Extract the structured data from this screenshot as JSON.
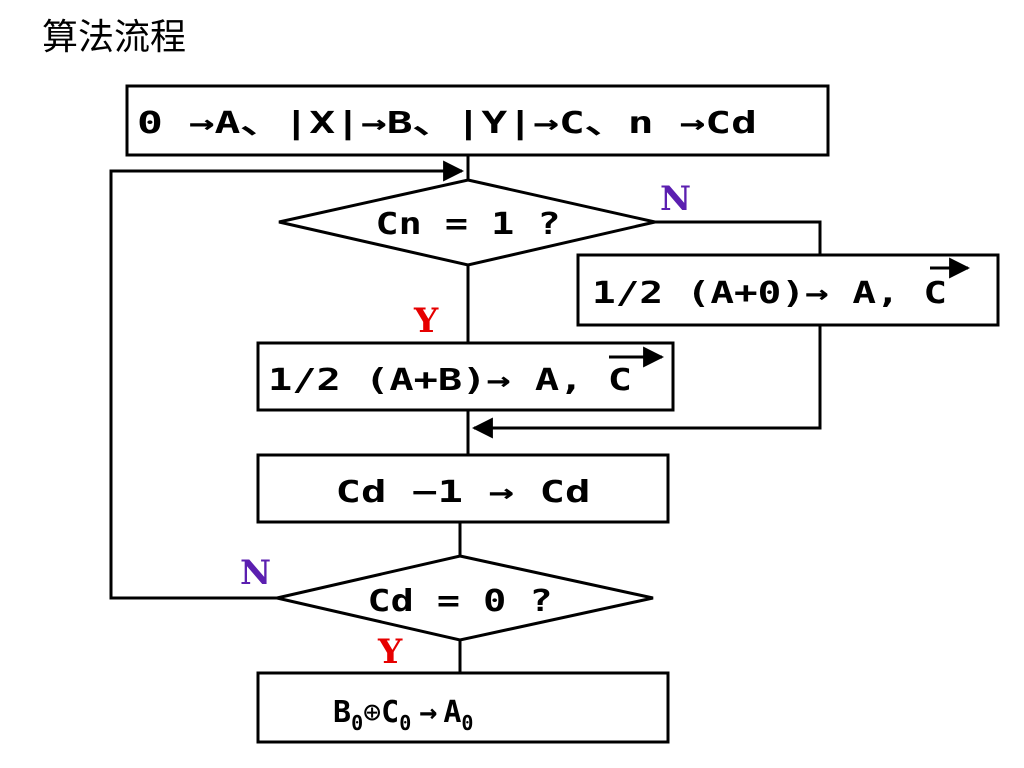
{
  "title": "算法流程",
  "flowchart": {
    "init": "0 →A、|X|→B、|Y|→C、n →Cd",
    "decision_cn": "Cn = 1 ?",
    "shift_zero": "1/2 (A+0)→ A, C",
    "shift_b": "1/2 (A+B)→ A, C",
    "decrement": "Cd −1 → Cd",
    "decision_cd": "Cd = 0 ?",
    "sign_b": "B",
    "sign_b_sub": "0",
    "sign_op": "⊕",
    "sign_c": "C",
    "sign_c_sub": "0",
    "sign_arrow": "→",
    "sign_a": "A",
    "sign_a_sub": "0",
    "label_n_top": "N",
    "label_y_top": "Y",
    "label_n_bottom": "N",
    "label_y_bottom": "Y"
  },
  "colors": {
    "yes": "#e60000",
    "no": "#5b1fb0",
    "line": "#000000"
  }
}
